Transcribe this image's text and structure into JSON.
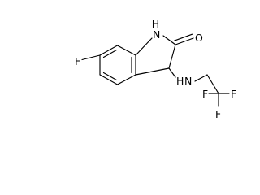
{
  "molecule": {
    "atoms": {
      "N1": "N",
      "H1": "H",
      "O": "O",
      "F_ring": "F",
      "N_amine": "N",
      "H_amine": "H",
      "F_a": "F",
      "F_b": "F",
      "F_c": "F"
    }
  }
}
